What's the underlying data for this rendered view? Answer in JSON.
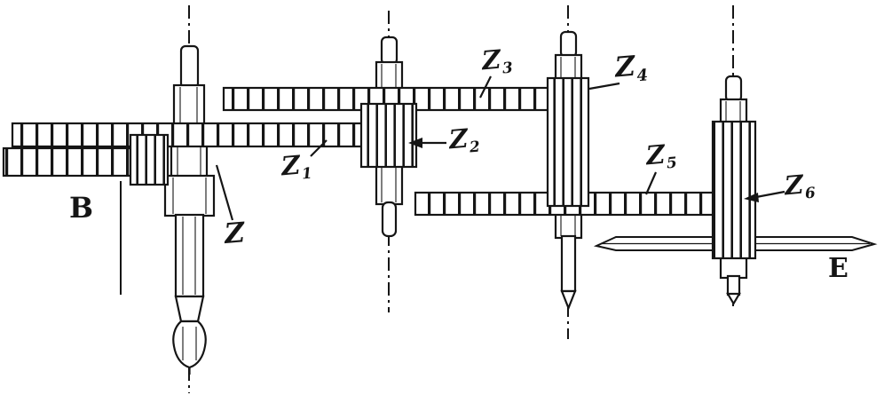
{
  "figure": {
    "background": "#ffffff",
    "ink": "#151515",
    "description_kind": "gear-train side-view technical drawing"
  },
  "labels": {
    "b": {
      "text": "B"
    },
    "z": {
      "text": "Z"
    },
    "z1": {
      "main": "Z",
      "sub": "1"
    },
    "z2": {
      "main": "Z",
      "sub": "2"
    },
    "z3": {
      "main": "Z",
      "sub": "3"
    },
    "z4": {
      "main": "Z",
      "sub": "4"
    },
    "z5": {
      "main": "Z",
      "sub": "5"
    },
    "z6": {
      "main": "Z",
      "sub": "6"
    },
    "e": {
      "text": "E"
    }
  }
}
